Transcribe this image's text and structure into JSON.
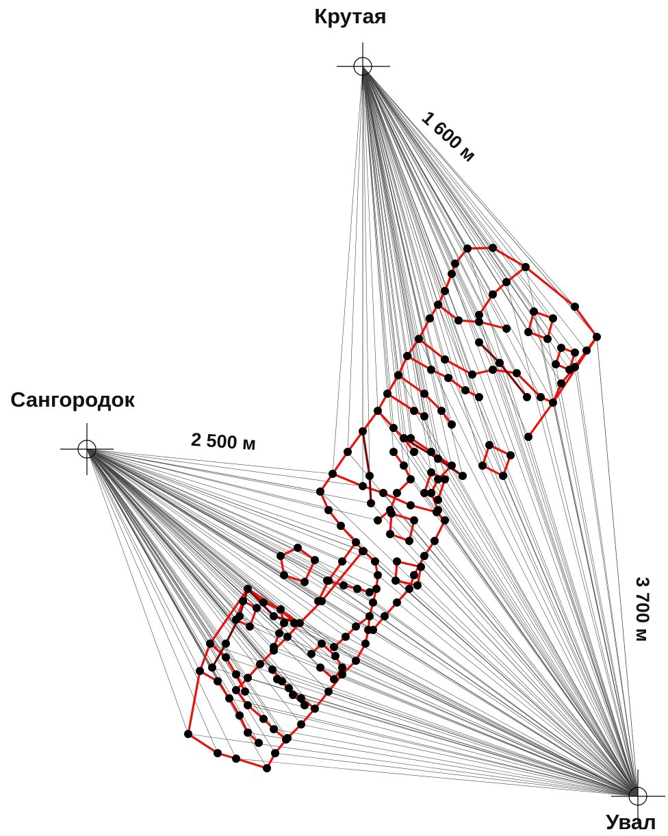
{
  "stations": {
    "krutaya": "Крутая",
    "sangorodok": "Сангородок",
    "uval": "Увал"
  },
  "distances": {
    "krutaya": "1 600 м",
    "sangorodok": "2 500 м",
    "uval": "3 700 м"
  },
  "colors": {
    "network": "#e8120c",
    "network_dark": "#7a0a0a",
    "node": "#000000",
    "sight_line": "#444444"
  }
}
